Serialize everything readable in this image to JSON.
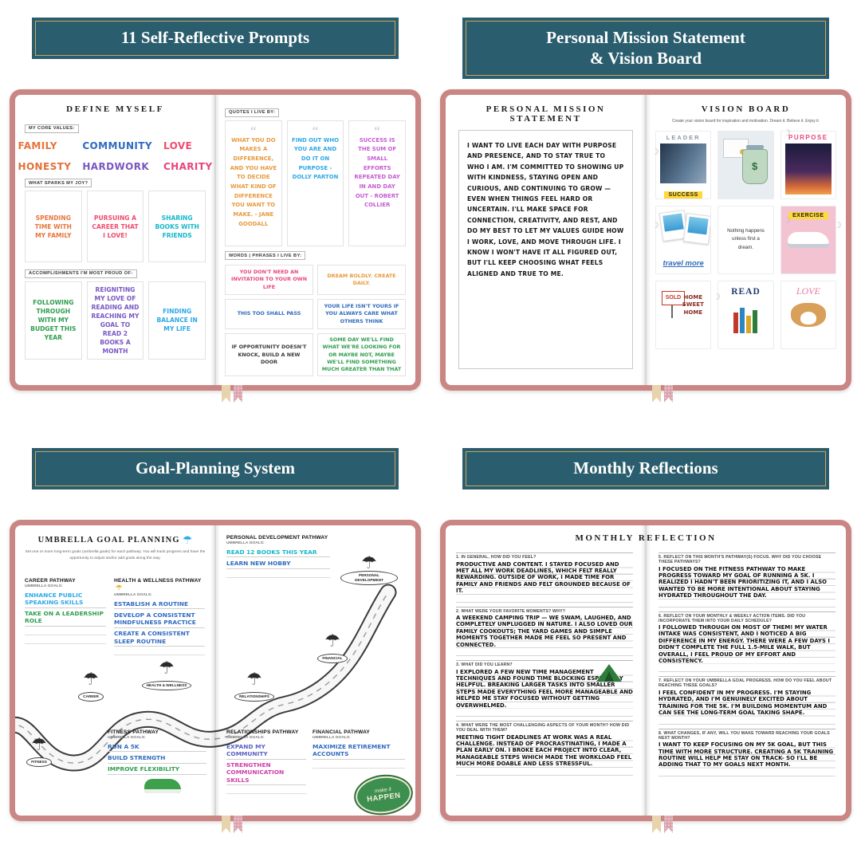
{
  "q1": {
    "banner": "11 Self-Reflective Prompts",
    "page_title": "DEFINE MYSELF",
    "core_values_label": "MY CORE VALUES:",
    "core_values": [
      {
        "text": "FAMILY",
        "color": "#e8743b"
      },
      {
        "text": "COMMUNITY",
        "color": "#2f6bbf"
      },
      {
        "text": "LOVE",
        "color": "#ef4b6e"
      },
      {
        "text": "HONESTY",
        "color": "#e2703a"
      },
      {
        "text": "HARDWORK",
        "color": "#7a57c1"
      },
      {
        "text": "CHARITY",
        "color": "#e8457c"
      }
    ],
    "joy_label": "WHAT SPARKS MY JOY?",
    "joy_cards": [
      {
        "text": "SPENDING TIME WITH MY FAMILY",
        "color": "#e8743b"
      },
      {
        "text": "PURSUING A CAREER THAT I LOVE!",
        "color": "#ef4b6e"
      },
      {
        "text": "SHARING BOOKS WITH FRIENDS",
        "color": "#14b8c9"
      }
    ],
    "accomplishments_label": "ACCOMPLISHMENTS I'M MOST PROUD OF:",
    "accomplishment_cards": [
      {
        "text": "FOLLOWING THROUGH WITH MY BUDGET THIS YEAR",
        "color": "#2e9e4f"
      },
      {
        "text": "REIGNITING MY LOVE OF READING AND REACHING MY GOAL TO READ 2 BOOKS A MONTH",
        "color": "#7a57c1"
      },
      {
        "text": "FINDING BALANCE IN MY LIFE",
        "color": "#2da9e8"
      }
    ],
    "quotes_label": "QUOTES I LIVE BY:",
    "quotes": [
      {
        "text": "WHAT YOU DO MAKES A DIFFERENCE, AND YOU HAVE TO DECIDE WHAT KIND OF DIFFERENCE YOU WANT TO MAKE. - JANE GOODALL",
        "color": "#e79a3c"
      },
      {
        "text": "FIND OUT WHO YOU ARE AND DO IT ON PURPOSE -DOLLY PARTON",
        "color": "#2da9e8"
      },
      {
        "text": "SUCCESS IS THE SUM OF SMALL EFFORTS REPEATED DAY IN AND DAY OUT - ROBERT COLLIER",
        "color": "#c75bd4"
      }
    ],
    "words_label": "WORDS | PHRASES I LIVE BY:",
    "phrases": [
      {
        "text": "YOU DON'T NEED AN INVITATION TO YOUR OWN LIFE",
        "color": "#e8457c"
      },
      {
        "text": "DREAM BOLDLY. CREATE DAILY.",
        "color": "#e79a3c"
      },
      {
        "text": "THIS TOO SHALL PASS",
        "color": "#2f6bbf"
      },
      {
        "text": "YOUR LIFE ISN'T YOURS IF YOU ALWAYS CARE WHAT OTHERS THINK",
        "color": "#2f6bbf"
      },
      {
        "text": "IF OPPORTUNITY DOESN'T KNOCK, BUILD A NEW DOOR",
        "color": "#3a3a3a"
      },
      {
        "text": "SOME DAY WE'LL FIND WHAT WE'RE LOOKING FOR OR MAYBE NOT, MAYBE WE'LL FIND SOMETHING MUCH GREATER THAN THAT",
        "color": "#2e9e4f"
      }
    ]
  },
  "q2": {
    "banner_line1": "Personal Mission Statement",
    "banner_line2": "& Vision Board",
    "left_title": "PERSONAL MISSION STATEMENT",
    "mission_text": "I WANT TO LIVE EACH DAY WITH PURPOSE AND PRESENCE, AND TO STAY TRUE TO WHO I AM. I'M COMMITTED TO SHOWING UP WITH KINDNESS, STAYING OPEN AND CURIOUS, AND CONTINUING TO GROW — EVEN WHEN THINGS FEEL HARD OR UNCERTAIN. I'LL MAKE SPACE FOR CONNECTION, CREATIVITY, AND REST, AND DO MY BEST TO LET MY VALUES GUIDE HOW I WORK, LOVE, AND MOVE THROUGH LIFE. I KNOW I WON'T HAVE IT ALL FIGURED OUT, BUT I'LL KEEP CHOOSING WHAT FEELS ALIGNED AND TRUE TO ME.",
    "right_title": "VISION BOARD",
    "subtitle": "Create your vision board for inspiration and motivation. Dream it. Believe it. Enjoy it.",
    "tiles": [
      {
        "label": "LEADER",
        "sub": "SUCCESS"
      },
      {
        "label": "$"
      },
      {
        "label": "PURPOSE"
      },
      {
        "label": "travel more"
      },
      {
        "label": "Nothing happens unless first a dream."
      },
      {
        "label": "EXERCISE"
      },
      {
        "label": "SOLD",
        "sub": "HOME SWEET HOME"
      },
      {
        "label": "READ"
      },
      {
        "label": "LOVE"
      }
    ]
  },
  "q3": {
    "banner": "Goal-Planning System",
    "title": "UMBRELLA GOAL PLANNING",
    "subtitle": "Set one or more long-term goals (umbrella goals) for each pathway. You will track progress and have the opportunity to adjust and/or add goals along the way.",
    "umbrella_goals_label": "UMBRELLA GOALS:",
    "sections": {
      "career": {
        "title": "CAREER PATHWAY",
        "goals": [
          {
            "text": "ENHANCE PUBLIC SPEAKING SKILLS",
            "color": "#2da9e8"
          },
          {
            "text": "TAKE ON A LEADERSHIP ROLE",
            "color": "#2e9e4f"
          }
        ]
      },
      "health": {
        "title": "HEALTH & WELLNESS PATHWAY",
        "goals": [
          {
            "text": "ESTABLISH A ROUTINE",
            "color": "#2f6bbf"
          },
          {
            "text": "DEVELOP A CONSISTENT MINDFULNESS PRACTICE",
            "color": "#2f6bbf"
          },
          {
            "text": "CREATE A CONSISTENT SLEEP ROUTINE",
            "color": "#2f6bbf"
          }
        ]
      },
      "personal": {
        "title": "PERSONAL DEVELOPMENT PATHWAY",
        "goals": [
          {
            "text": "READ 12 BOOKS THIS YEAR",
            "color": "#14b8c9"
          },
          {
            "text": "LEARN NEW HOBBY",
            "color": "#2f6bbf"
          }
        ]
      },
      "fitness": {
        "title": "FITNESS PATHWAY",
        "goals": [
          {
            "text": "RUN A 5K",
            "color": "#2f6bbf"
          },
          {
            "text": "BUILD STRENGTH",
            "color": "#2f6bbf"
          },
          {
            "text": "IMPROVE FLEXIBILITY",
            "color": "#2e9e4f"
          }
        ]
      },
      "relationships": {
        "title": "RELATIONSHIPS PATHWAY",
        "goals": [
          {
            "text": "EXPAND MY COMMUNITY",
            "color": "#5a5fc7"
          },
          {
            "text": "STRENGTHEN COMMUNICATION SKILLS",
            "color": "#cf3fa8"
          }
        ]
      },
      "financial": {
        "title": "FINANCIAL PATHWAY",
        "goals": [
          {
            "text": "MAXIMIZE RETIREMENT ACCOUNTS",
            "color": "#2f6bbf"
          }
        ]
      }
    },
    "umbrellas": [
      "FITNESS",
      "CAREER",
      "HEALTH & WELLNESS",
      "RELATIONSHIPS",
      "FINANCIAL",
      "PERSONAL DEVELOPMENT"
    ],
    "badge_top": "make it",
    "badge_main": "HAPPEN"
  },
  "q4": {
    "banner": "Monthly Reflections",
    "title": "MONTHLY REFLECTION",
    "left_entries": [
      {
        "q": "1. IN GENERAL, HOW DID YOU FEEL?",
        "a": "PRODUCTIVE AND CONTENT. I STAYED FOCUSED AND MET ALL MY WORK DEADLINES, WHICH FELT REALLY REWARDING. OUTSIDE OF WORK, I MADE TIME FOR FAMILY AND FRIENDS AND FELT GROUNDED BECAUSE OF IT."
      },
      {
        "q": "2. WHAT WERE YOUR FAVORITE MOMENTS? WHY?",
        "a": "A WEEKEND CAMPING TRIP — WE SWAM, LAUGHED, AND COMPLETELY UNPLUGGED IN NATURE. I ALSO LOVED OUR FAMILY COOKOUTS; THE YARD GAMES AND SIMPLE MOMENTS TOGETHER MADE ME FEEL SO PRESENT AND CONNECTED."
      },
      {
        "q": "3. WHAT DID YOU LEARN?",
        "a": "I EXPLORED A FEW NEW TIME MANAGEMENT TECHNIQUES AND FOUND TIME BLOCKING ESPECIALLY HELPFUL. BREAKING LARGER TASKS INTO SMALLER STEPS MADE EVERYTHING FEEL MORE MANAGEABLE AND HELPED ME STAY FOCUSED WITHOUT GETTING OVERWHELMED."
      },
      {
        "q": "4. WHAT WERE THE MOST CHALLENGING ASPECTS OF YOUR MONTH? HOW DID YOU DEAL WITH THEM?",
        "a": "MEETING TIGHT DEADLINES AT WORK WAS A REAL CHALLENGE. INSTEAD OF PROCRASTINATING, I MADE A PLAN EARLY ON. I BROKE EACH PROJECT INTO CLEAR, MANAGEABLE STEPS WHICH MADE THE WORKLOAD FEEL MUCH MORE DOABLE AND LESS STRESSFUL."
      }
    ],
    "right_entries": [
      {
        "q": "5. REFLECT ON THIS MONTH'S PATHWAY(S) FOCUS. WHY DID YOU CHOOSE THESE PATHWAYS?",
        "a": "I FOCUSED ON THE FITNESS PATHWAY TO MAKE PROGRESS TOWARD MY GOAL OF RUNNING A 5K. I REALIZED I HADN'T BEEN PRIORITIZING IT, AND I ALSO WANTED TO BE MORE INTENTIONAL ABOUT STAYING HYDRATED THROUGHOUT THE DAY."
      },
      {
        "q": "6. REFLECT ON YOUR MONTHLY & WEEKLY ACTION ITEMS. DID YOU INCORPORATE THEM INTO YOUR DAILY SCHEDULE?",
        "a": "I FOLLOWED THROUGH ON MOST OF THEM! MY WATER INTAKE WAS CONSISTENT, AND I NOTICED A BIG DIFFERENCE IN MY ENERGY. THERE WERE A FEW DAYS I DIDN'T COMPLETE THE FULL 1.5-MILE WALK, BUT OVERALL, I FEEL PROUD OF MY EFFORT AND CONSISTENCY."
      },
      {
        "q": "7. REFLECT ON YOUR UMBRELLA GOAL PROGRESS. HOW DO YOU FEEL ABOUT REACHING THESE GOALS?",
        "a": "I FEEL CONFIDENT IN MY PROGRESS. I'M STAYING HYDRATED, AND I'M GENUINELY EXCITED ABOUT TRAINING FOR THE 5K. I'M BUILDING MOMENTUM AND CAN SEE THE LONG-TERM GOAL TAKING SHAPE."
      },
      {
        "q": "8. WHAT CHANGES, IF ANY, WILL YOU MAKE TOWARD REACHING YOUR GOALS NEXT MONTH?",
        "a": "I WANT TO KEEP FOCUSING ON MY 5K GOAL, BUT THIS TIME WITH MORE STRUCTURE. CREATING A 5K TRAINING ROUTINE WILL HELP ME STAY ON TRACK- SO I'LL BE ADDING THAT TO MY GOALS NEXT MONTH."
      }
    ]
  }
}
